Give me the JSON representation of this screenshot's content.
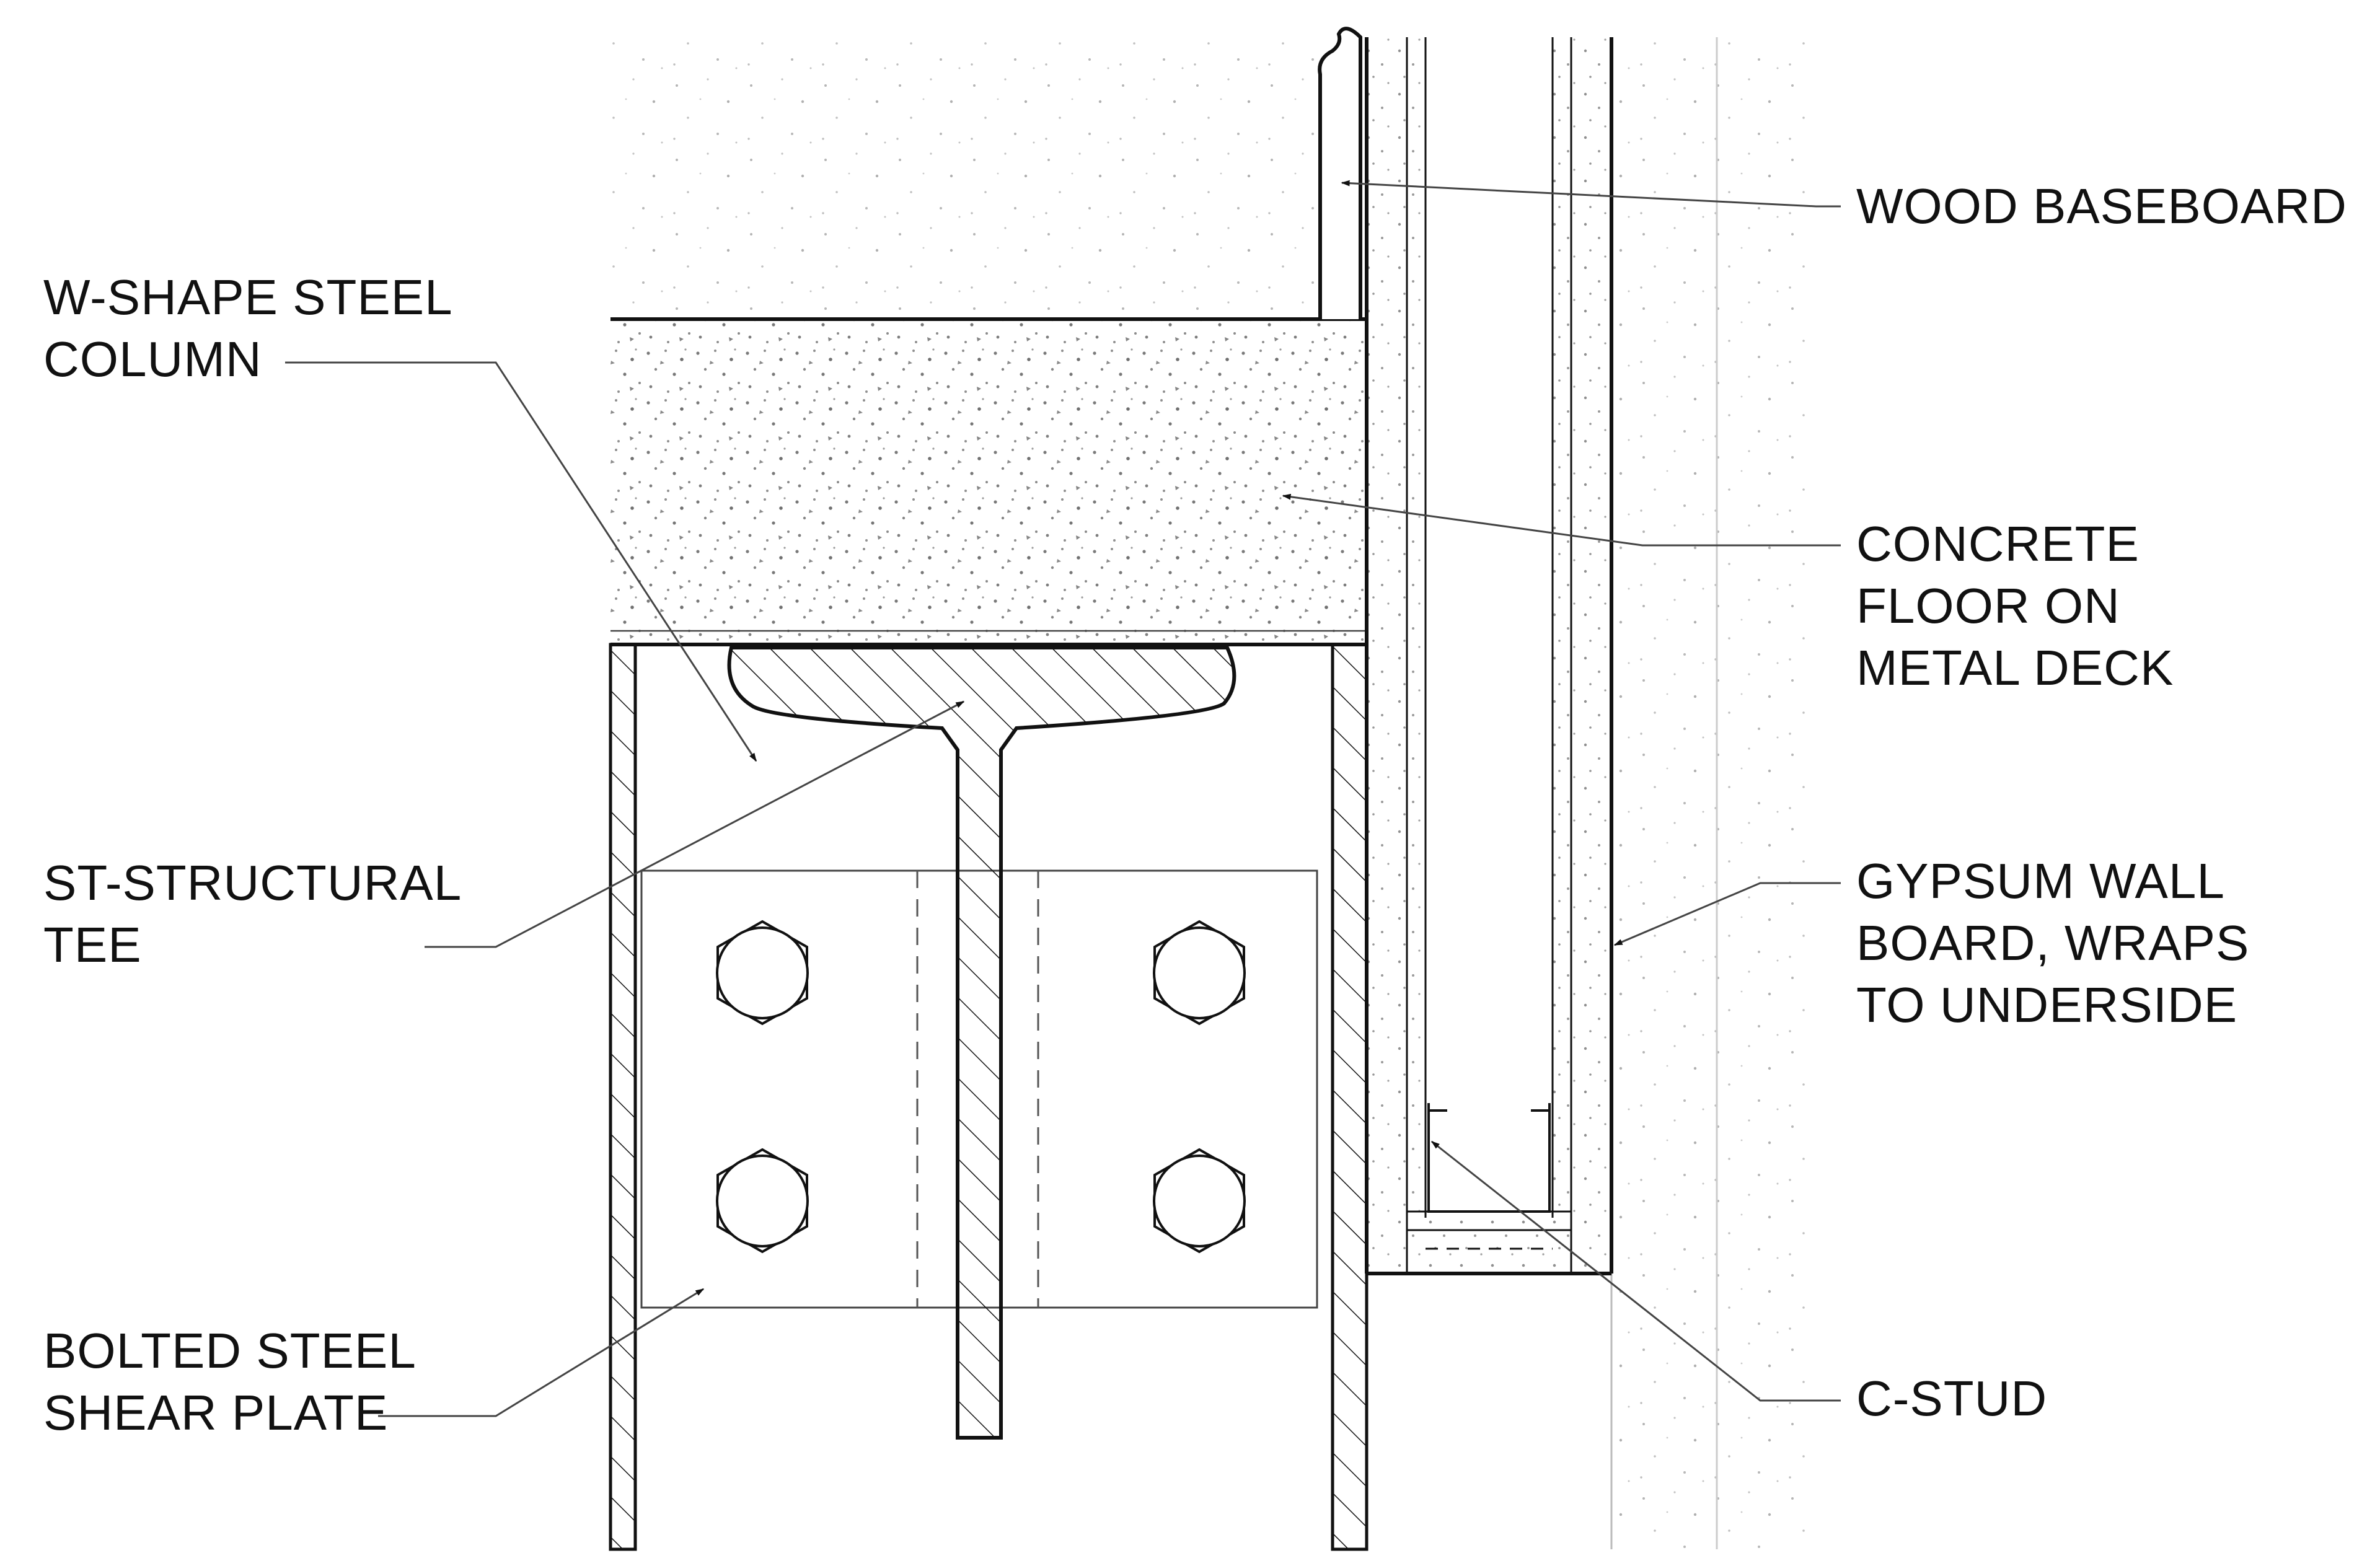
{
  "labels": {
    "wood_baseboard": [
      "WOOD BASEBOARD"
    ],
    "w_shape_column": [
      "W-SHAPE STEEL",
      "COLUMN"
    ],
    "concrete_floor": [
      "CONCRETE",
      "FLOOR ON",
      "METAL DECK"
    ],
    "st_tee": [
      "ST-STRUCTURAL",
      "TEE"
    ],
    "gypsum": [
      "GYPSUM WALL",
      "BOARD, WRAPS",
      "TO UNDERSIDE"
    ],
    "shear_plate": [
      "BOLTED STEEL",
      "SHEAR PLATE"
    ],
    "c_stud": [
      "C-STUD"
    ]
  },
  "colors": {
    "line": "#111111",
    "leader": "#444444",
    "fill": "#f9f9f9",
    "stipple": "#8a8a8a"
  }
}
